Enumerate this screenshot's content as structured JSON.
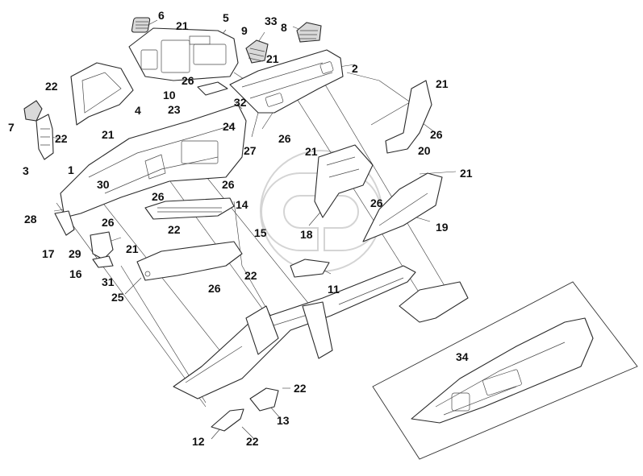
{
  "callouts": [
    {
      "id": "c1",
      "label": "6"
    },
    {
      "id": "c2",
      "label": "21"
    },
    {
      "id": "c3",
      "label": "5"
    },
    {
      "id": "c4",
      "label": "33"
    },
    {
      "id": "c5",
      "label": "8"
    },
    {
      "id": "c6",
      "label": "9"
    },
    {
      "id": "c7",
      "label": "21"
    },
    {
      "id": "c8",
      "label": "2"
    },
    {
      "id": "c9",
      "label": "22"
    },
    {
      "id": "c10",
      "label": "26"
    },
    {
      "id": "c11",
      "label": "21"
    },
    {
      "id": "c12",
      "label": "10"
    },
    {
      "id": "c13",
      "label": "32"
    },
    {
      "id": "c14",
      "label": "4"
    },
    {
      "id": "c15",
      "label": "23"
    },
    {
      "id": "c16",
      "label": "7"
    },
    {
      "id": "c17",
      "label": "22"
    },
    {
      "id": "c18",
      "label": "24"
    },
    {
      "id": "c19",
      "label": "26"
    },
    {
      "id": "c20",
      "label": "21"
    },
    {
      "id": "c21",
      "label": "27"
    },
    {
      "id": "c22",
      "label": "26"
    },
    {
      "id": "c23",
      "label": "20"
    },
    {
      "id": "c24",
      "label": "3"
    },
    {
      "id": "c25",
      "label": "21"
    },
    {
      "id": "c26",
      "label": "1"
    },
    {
      "id": "c27",
      "label": "21"
    },
    {
      "id": "c28",
      "label": "30"
    },
    {
      "id": "c29",
      "label": "26"
    },
    {
      "id": "c30",
      "label": "26"
    },
    {
      "id": "c31",
      "label": "14"
    },
    {
      "id": "c32",
      "label": "26"
    },
    {
      "id": "c33",
      "label": "28"
    },
    {
      "id": "c34",
      "label": "26"
    },
    {
      "id": "c35",
      "label": "22"
    },
    {
      "id": "c36",
      "label": "18"
    },
    {
      "id": "c37",
      "label": "19"
    },
    {
      "id": "c38",
      "label": "17"
    },
    {
      "id": "c39",
      "label": "29"
    },
    {
      "id": "c40",
      "label": "21"
    },
    {
      "id": "c41",
      "label": "15"
    },
    {
      "id": "c42",
      "label": "16"
    },
    {
      "id": "c43",
      "label": "31"
    },
    {
      "id": "c44",
      "label": "22"
    },
    {
      "id": "c45",
      "label": "11"
    },
    {
      "id": "c46",
      "label": "25"
    },
    {
      "id": "c47",
      "label": "26"
    },
    {
      "id": "c48",
      "label": "34"
    },
    {
      "id": "c49",
      "label": "22"
    },
    {
      "id": "c50",
      "label": "13"
    },
    {
      "id": "c51",
      "label": "12"
    },
    {
      "id": "c52",
      "label": "22"
    }
  ]
}
